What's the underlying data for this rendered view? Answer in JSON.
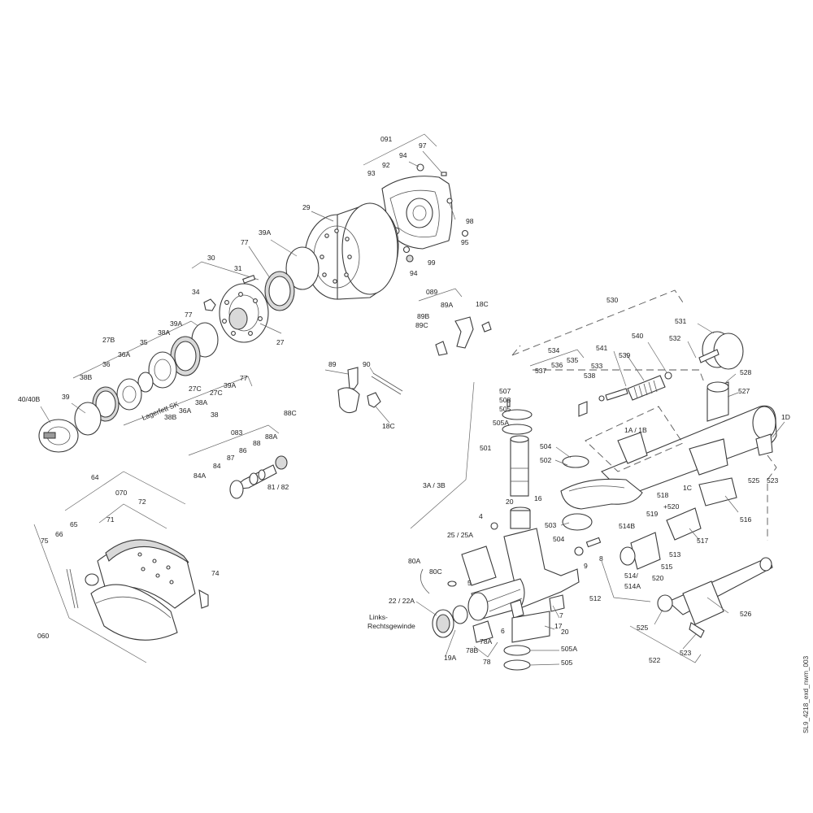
{
  "drawing_id": "SL9_4218_exd_nwm_003",
  "notes": {
    "grease": "Lagerfett SK",
    "left_thread_line1": "Links-",
    "left_thread_line2": "Rechtsgewinde"
  },
  "labels": {
    "091": "091",
    "97": "97",
    "94a": "94",
    "92": "92",
    "93": "93",
    "98": "98",
    "95": "95",
    "99": "99",
    "94b": "94",
    "29": "29",
    "39A_top": "39A",
    "77_top": "77",
    "30": "30",
    "31": "31",
    "34": "34",
    "27": "27",
    "77_mid": "77",
    "39A_mid": "39A",
    "27B": "27B",
    "38A_top": "38A",
    "35": "35",
    "36A_top": "36A",
    "36": "36",
    "38B_top": "38B",
    "40/40B": "40/40B",
    "39_left": "39",
    "27C_a": "27C",
    "38A_b": "38A",
    "36A_b": "36A",
    "38B_b": "38B",
    "27C_b": "27C",
    "39A_b": "39A",
    "77_b": "77",
    "38_b": "38",
    "089": "089",
    "89A": "89A",
    "89B": "89B",
    "89C": "89C",
    "18C_top": "18C",
    "89": "89",
    "90": "90",
    "18C_mid": "18C",
    "083": "083",
    "88A": "88A",
    "88C": "88C",
    "88": "88",
    "86": "86",
    "87": "87",
    "84": "84",
    "84A": "84A",
    "81/82": "81 / 82",
    "64": "64",
    "070": "070",
    "72": "72",
    "71": "71",
    "65": "65",
    "66": "66",
    "75": "75",
    "74": "74",
    "060": "060",
    "530": "530",
    "531": "531",
    "532": "532",
    "540": "540",
    "541": "541",
    "539": "539",
    "534": "534",
    "535": "535",
    "536": "536",
    "537": "537",
    "533": "533",
    "538": "538",
    "528": "528",
    "527": "527",
    "1D": "1D",
    "1A/1B": "1A / 1B",
    "1C": "1C",
    "525_top": "525",
    "523_top": "523",
    "516": "516",
    "518": "518",
    "+520": "+520",
    "519": "519",
    "514B": "514B",
    "517": "517",
    "513": "513",
    "515": "515",
    "514/": "514/",
    "514A": "514A",
    "520": "520",
    "512": "512",
    "526": "526",
    "525_bot": "525",
    "523_bot": "523",
    "522": "522",
    "507": "507",
    "508": "508",
    "505_top": "505",
    "505A_top": "505A",
    "501": "501",
    "504_top": "504",
    "502": "502",
    "3A/3B": "3A / 3B",
    "20_top": "20",
    "16": "16",
    "4": "4",
    "503": "503",
    "504_bot": "504",
    "25/25A": "25 / 25A",
    "9": "9",
    "8": "8",
    "5": "5",
    "80A": "80A",
    "80C": "80C",
    "22/22A": "22 / 22A",
    "7": "7",
    "6": "6",
    "17": "17",
    "20_bot": "20",
    "19A": "19A",
    "78B": "78B",
    "78A": "78A",
    "78": "78",
    "505A_bot": "505A",
    "505_bot": "505"
  }
}
